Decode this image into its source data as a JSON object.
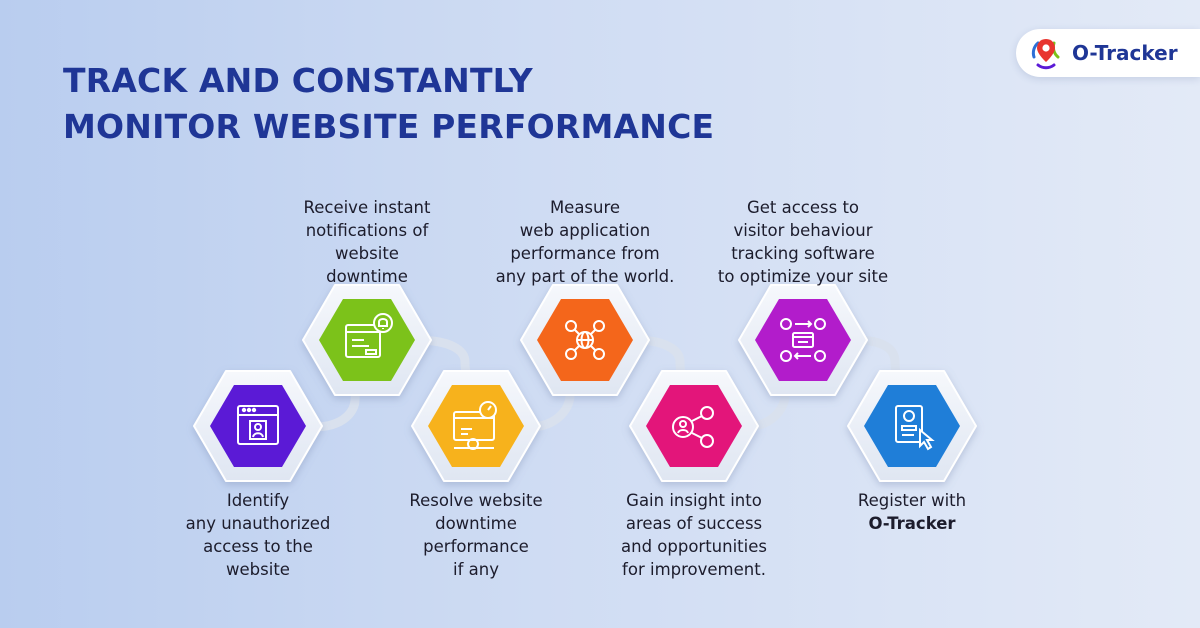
{
  "title": {
    "line1": "TRACK AND CONSTANTLY",
    "line2": "MONITOR WEBSITE PERFORMANCE"
  },
  "brand": {
    "name": "O-Tracker",
    "icon": "map-pin-logo-icon"
  },
  "steps": [
    {
      "id": "identify",
      "color": "#5b1ad6",
      "icon": "browser-user-icon",
      "lines": [
        "Identify",
        "any unauthorized",
        "access to the",
        "website"
      ]
    },
    {
      "id": "notify",
      "color": "#7cc21a",
      "icon": "notification-bell-icon",
      "lines": [
        "Receive instant",
        "notifications of",
        "website",
        "downtime"
      ]
    },
    {
      "id": "resolve",
      "color": "#f7b21c",
      "icon": "dashboard-gear-icon",
      "lines": [
        "Resolve website",
        "downtime",
        "performance",
        "if any"
      ]
    },
    {
      "id": "measure",
      "color": "#f4661b",
      "icon": "global-network-icon",
      "lines": [
        "Measure",
        "web application",
        "performance from",
        "any part of the world."
      ]
    },
    {
      "id": "insight",
      "color": "#e3157a",
      "icon": "share-nodes-user-icon",
      "lines": [
        "Gain insight into",
        "areas of success",
        "and opportunities",
        "for improvement."
      ]
    },
    {
      "id": "behaviour",
      "color": "#b21ccb",
      "icon": "visitor-tracking-icon",
      "lines": [
        "Get access to",
        "visitor behaviour",
        "tracking software",
        "to optimize your site"
      ]
    },
    {
      "id": "register",
      "color": "#1f7ed8",
      "icon": "register-form-click-icon",
      "lines": [
        "Register with",
        "O-Tracker"
      ]
    }
  ]
}
